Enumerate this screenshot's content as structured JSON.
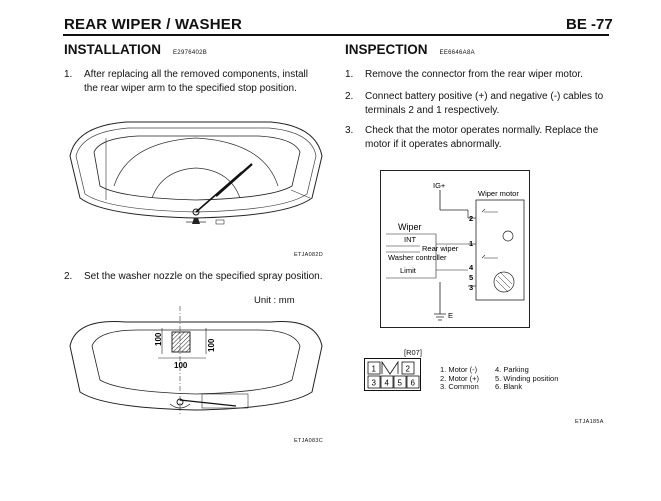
{
  "header": {
    "title": "REAR WIPER / WASHER",
    "page": "BE -77"
  },
  "installation": {
    "title": "INSTALLATION",
    "code": "E2976402B",
    "steps": [
      {
        "num": "1.",
        "lines": [
          "After replacing all the removed components, install",
          "the rear wiper arm to the specified stop position."
        ]
      },
      {
        "num": "2.",
        "lines": [
          "Set the washer nozzle on the specified spray position."
        ]
      }
    ],
    "fig1_code": "ETJA082D",
    "unit_label": "Unit : mm",
    "dims": {
      "horizontal": "100",
      "vertical_left": "100",
      "vertical_right": "100"
    },
    "fig2_code": "ETJA083C"
  },
  "inspection": {
    "title": "INSPECTION",
    "code": "EE6646A8A",
    "steps": [
      {
        "num": "1.",
        "lines": [
          "Remove the connector from the rear wiper motor."
        ]
      },
      {
        "num": "2.",
        "lines": [
          "Connect battery positive (+) and negative (-) cables to",
          "terminals 2 and 1 respectively."
        ]
      },
      {
        "num": "3.",
        "lines": [
          "Check that the motor operates normally. Replace the",
          "motor if it operates abnormally."
        ]
      }
    ],
    "circuit": {
      "ig": "IG+",
      "motor": "Wiper motor",
      "wiper": "Wiper",
      "int": "INT",
      "rear_wiper": "Rear wiper",
      "washer": "Washer controller",
      "limit": "Limit",
      "ground": "E",
      "terminals": [
        "2",
        "1",
        "4",
        "5",
        "3"
      ]
    },
    "connector": {
      "label": "[R07]",
      "pins": [
        "1",
        "2",
        "3",
        "4",
        "5",
        "6"
      ],
      "legend": [
        "1. Motor (-)",
        "4. Parking",
        "2. Motor (+)",
        "5. Winding  position",
        "3. Common",
        "6. Blank"
      ]
    },
    "fig_code": "ETJA185A"
  }
}
